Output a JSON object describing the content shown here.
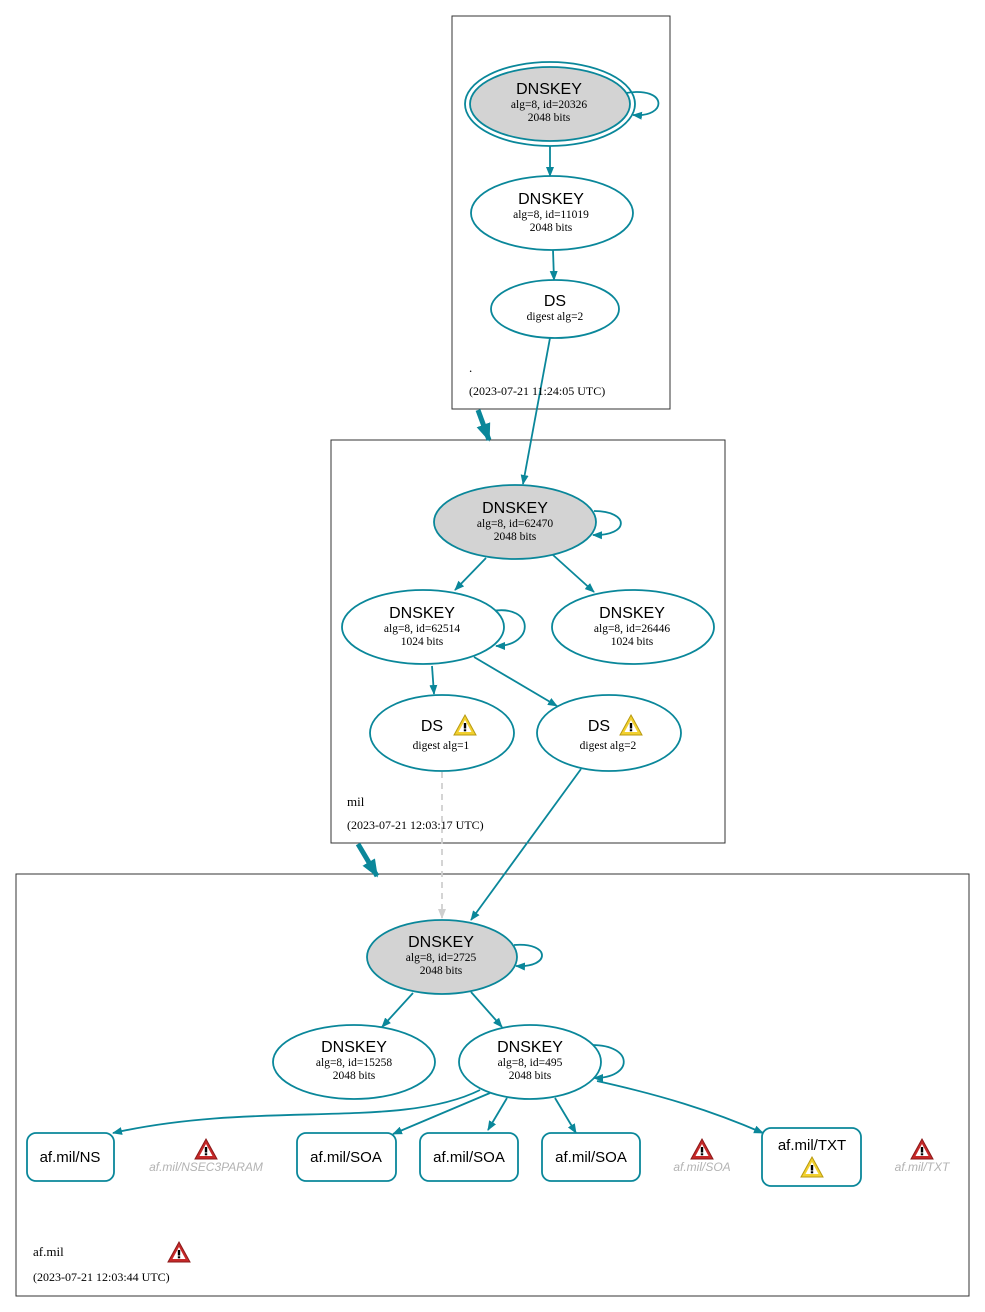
{
  "zones": {
    "root": {
      "name": ".",
      "timestamp": "(2023-07-21 11:24:05 UTC)"
    },
    "mil": {
      "name": "mil",
      "timestamp": "(2023-07-21 12:03:17 UTC)"
    },
    "afmil": {
      "name": "af.mil",
      "timestamp": "(2023-07-21 12:03:44 UTC)"
    }
  },
  "nodes": {
    "root_ksk": {
      "title": "DNSKEY",
      "line1": "alg=8, id=20326",
      "line2": "2048 bits"
    },
    "root_zsk": {
      "title": "DNSKEY",
      "line1": "alg=8, id=11019",
      "line2": "2048 bits"
    },
    "root_ds": {
      "title": "DS",
      "line1": "digest alg=2"
    },
    "mil_ksk": {
      "title": "DNSKEY",
      "line1": "alg=8, id=62470",
      "line2": "2048 bits"
    },
    "mil_zsk1": {
      "title": "DNSKEY",
      "line1": "alg=8, id=62514",
      "line2": "1024 bits"
    },
    "mil_zsk2": {
      "title": "DNSKEY",
      "line1": "alg=8, id=26446",
      "line2": "1024 bits"
    },
    "mil_ds1": {
      "title": "DS",
      "line1": "digest alg=1"
    },
    "mil_ds2": {
      "title": "DS",
      "line1": "digest alg=2"
    },
    "af_ksk": {
      "title": "DNSKEY",
      "line1": "alg=8, id=2725",
      "line2": "2048 bits"
    },
    "af_zsk1": {
      "title": "DNSKEY",
      "line1": "alg=8, id=15258",
      "line2": "2048 bits"
    },
    "af_zsk2": {
      "title": "DNSKEY",
      "line1": "alg=8, id=495",
      "line2": "2048 bits"
    }
  },
  "records": {
    "ns": "af.mil/NS",
    "nsec3param": "af.mil/NSEC3PARAM",
    "soa1": "af.mil/SOA",
    "soa2": "af.mil/SOA",
    "soa3": "af.mil/SOA",
    "soa_err": "af.mil/SOA",
    "txt": "af.mil/TXT",
    "txt_err": "af.mil/TXT"
  },
  "colors": {
    "edge": "#0a879a",
    "ksk_fill": "#d3d3d3",
    "error_red": "#c62828",
    "warning_yellow": "#f2d02e",
    "ghost_text": "#b3b3b3",
    "insecure_dash": "#d0d0d0"
  },
  "icons": {
    "error": "error-triangle-icon",
    "warning": "warning-triangle-icon"
  }
}
